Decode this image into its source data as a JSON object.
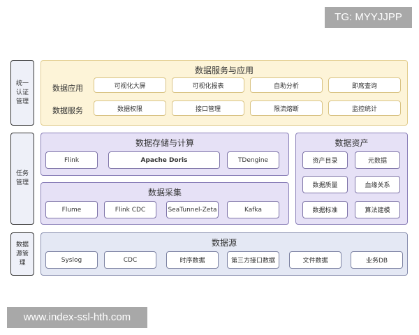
{
  "watermarks": {
    "top": "TG: MYYJJPP",
    "bottom": "www.index-ssl-hth.com"
  },
  "side_labels": {
    "auth": "统一认证管理",
    "task": "任务管理",
    "source": "数据源管理"
  },
  "service_layer": {
    "title": "数据服务与应用",
    "rows": [
      {
        "label": "数据应用",
        "items": [
          "可视化大屏",
          "可视化报表",
          "自助分析",
          "即席查询"
        ]
      },
      {
        "label": "数据服务",
        "items": [
          "数据权限",
          "接口管理",
          "限流熔断",
          "监控统计"
        ]
      }
    ]
  },
  "storage": {
    "title": "数据存储与计算",
    "items": [
      "Flink",
      "Apache Doris",
      "TDengine"
    ]
  },
  "collection": {
    "title": "数据采集",
    "items": [
      "Flume",
      "Flink CDC",
      "SeaTunnel-Zeta",
      "Kafka"
    ]
  },
  "assets": {
    "title": "数据资产",
    "items": [
      "资产目录",
      "元数据",
      "数据质量",
      "血缘关系",
      "数据标准",
      "算法建模"
    ]
  },
  "sources": {
    "title": "数据源",
    "items": [
      "Syslog",
      "CDC",
      "时序数据",
      "第三方接口数据",
      "文件数据",
      "业务DB"
    ]
  },
  "colors": {
    "service_bg": "#fdf4d8",
    "middle_bg": "#e6e1f6",
    "source_bg": "#e4e8f4"
  }
}
